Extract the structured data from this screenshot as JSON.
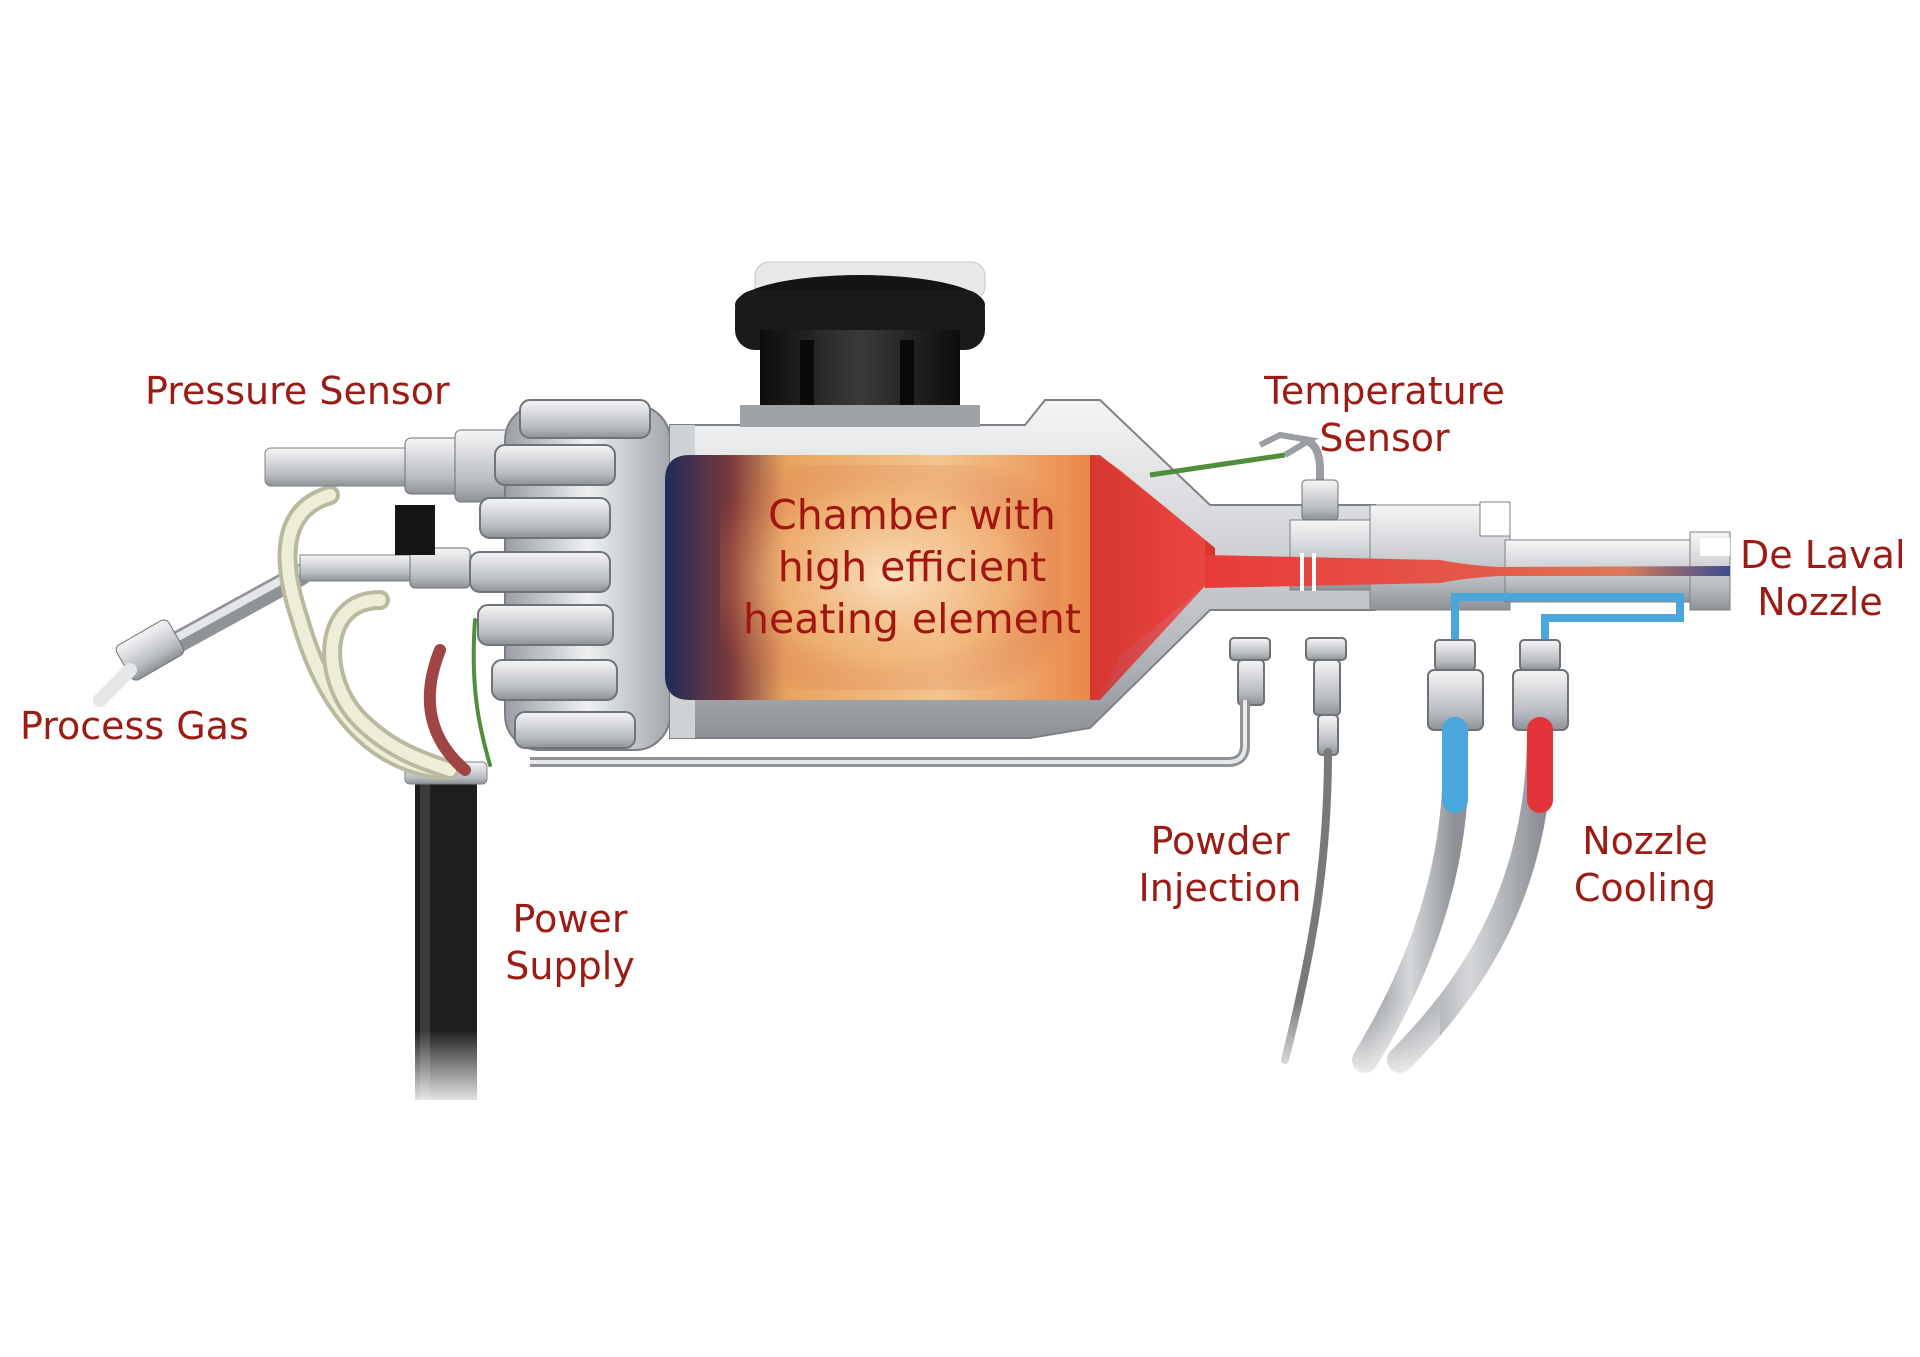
{
  "labels": {
    "pressure_sensor": "Pressure Sensor",
    "temperature_sensor_line1": "Temperature",
    "temperature_sensor_line2": "Sensor",
    "chamber_line1": "Chamber with",
    "chamber_line2": "high efficient",
    "chamber_line3": "heating element",
    "de_laval_line1": "De Laval",
    "de_laval_line2": "Nozzle",
    "process_gas": "Process Gas",
    "powder_line1": "Powder",
    "powder_line2": "Injection",
    "nozzle_cooling_line1": "Nozzle",
    "nozzle_cooling_line2": "Cooling",
    "power_line1": "Power",
    "power_line2": "Supply"
  },
  "colors": {
    "label_red": "#9b1c14",
    "steel": "#c9ccd0",
    "chamber_hot": "#e8302e",
    "cooling_blue": "#4aa7dc",
    "cooling_red": "#e2343a",
    "cable_black": "#1f1f1f"
  }
}
